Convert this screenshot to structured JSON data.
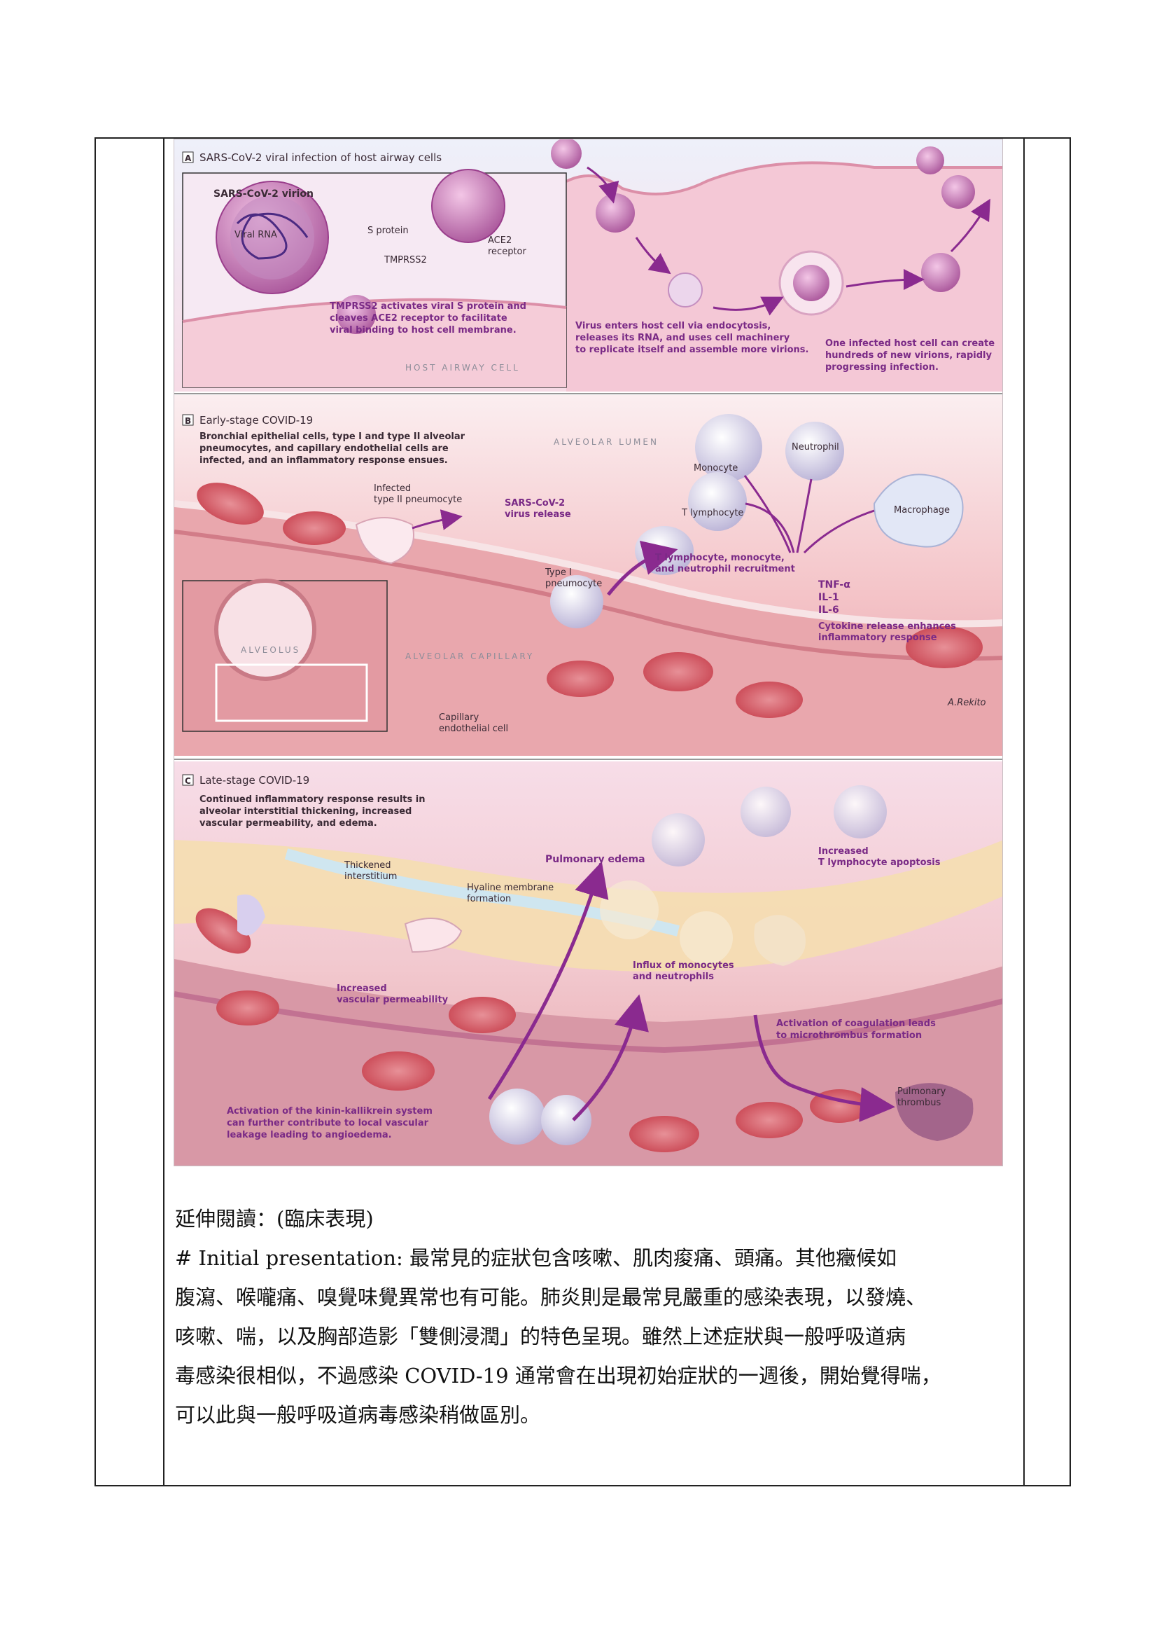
{
  "figure": {
    "panel_a": {
      "letter": "A",
      "title": "SARS-CoV-2 viral infection of host airway cells",
      "virion_label": "SARS-CoV-2 virion",
      "viral_rna": "Viral RNA",
      "s_protein": "S protein",
      "ace2_line1": "ACE2",
      "ace2_line2": "receptor",
      "tmprss2": "TMPRSS2",
      "tmprss2_note": [
        "TMPRSS2 activates viral S protein and",
        "cleaves ACE2 receptor to facilitate",
        "viral binding to host cell membrane."
      ],
      "host_cell_caption": "HOST AIRWAY CELL",
      "endocytosis_note": [
        "Virus enters host cell via endocytosis,",
        "releases its RNA, and uses cell machinery",
        "to replicate itself and assemble more virions."
      ],
      "spread_note": [
        "One infected host cell can create",
        "hundreds of new virions, rapidly",
        "progressing infection."
      ]
    },
    "panel_b": {
      "letter": "B",
      "title": "Early-stage COVID-19",
      "intro": [
        "Bronchial epithelial cells, type I and type II alveolar",
        "pneumocytes, and capillary endothelial cells are",
        "infected, and an inflammatory response ensues."
      ],
      "alveolar_lumen": "ALVEOLAR LUMEN",
      "monocyte": "Monocyte",
      "neutrophil": "Neutrophil",
      "t_lymphocyte": "T lymphocyte",
      "macrophage": "Macrophage",
      "infected_pneumocyte": [
        "Infected",
        "type II pneumocyte"
      ],
      "virus_release": [
        "SARS-CoV-2",
        "virus release"
      ],
      "recruitment": [
        "T lymphocyte, monocyte,",
        "and neutrophil recruitment"
      ],
      "type1": [
        "Type I",
        "pneumocyte"
      ],
      "cytokines": [
        "TNF-α",
        "IL-1",
        "IL-6"
      ],
      "cytokine_note": [
        "Cytokine release enhances",
        "inflammatory response"
      ],
      "alveolus": "ALVEOLUS",
      "alveolar_capillary": "ALVEOLAR CAPILLARY",
      "endothelial": [
        "Capillary",
        "endothelial cell"
      ],
      "signature": "A.Rekito"
    },
    "panel_c": {
      "letter": "C",
      "title": "Late-stage COVID-19",
      "intro": [
        "Continued inflammatory response results in",
        "alveolar interstitial thickening, increased",
        "vascular permeability, and edema."
      ],
      "pulmonary_edema": "Pulmonary edema",
      "apoptosis": [
        "Increased",
        "T lymphocyte apoptosis"
      ],
      "thickened": [
        "Thickened",
        "interstitium"
      ],
      "hyaline": [
        "Hyaline membrane",
        "formation"
      ],
      "influx": [
        "Influx of monocytes",
        "and neutrophils"
      ],
      "permeability": [
        "Increased",
        "vascular permeability"
      ],
      "coagulation": [
        "Activation of coagulation leads",
        "to microthrombus formation"
      ],
      "thrombus": [
        "Pulmonary",
        "thrombus"
      ],
      "kinin": [
        "Activation of the kinin-kallikrein system",
        "can further contribute to local vascular",
        "leakage leading to angioedema."
      ]
    }
  },
  "text": {
    "heading": "延伸閱讀：(臨床表現)",
    "lines": [
      "# Initial presentation: 最常見的症狀包含咳嗽、肌肉痠痛、頭痛。其他癥候如",
      "腹瀉、喉嚨痛、嗅覺味覺異常也有可能。肺炎則是最常見嚴重的感染表現，以發燒、",
      "咳嗽、喘，以及胸部造影「雙側浸潤」的特色呈現。雖然上述症狀與一般呼吸道病",
      "毒感染很相似，不過感染 COVID-19 通常會在出現初始症狀的一週後，開始覺得喘，",
      "可以此與一般呼吸道病毒感染稍做區別。"
    ]
  }
}
